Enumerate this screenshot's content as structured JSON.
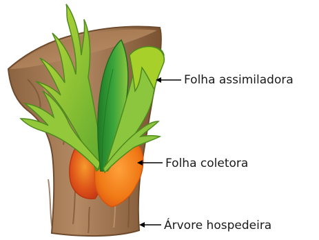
{
  "labels": {
    "assimiladora": "Folha assimiladora",
    "coletora": "Folha coletora",
    "arvore": "Árvore hospedeira"
  },
  "colors": {
    "bark": "#a97d59",
    "bark_dark": "#6e4a2c",
    "leaf_light": "#a7d12a",
    "leaf_dark": "#2f8f2a",
    "collector_orange": "#f07a16",
    "collector_red": "#d8401a",
    "arrow": "#000000"
  }
}
